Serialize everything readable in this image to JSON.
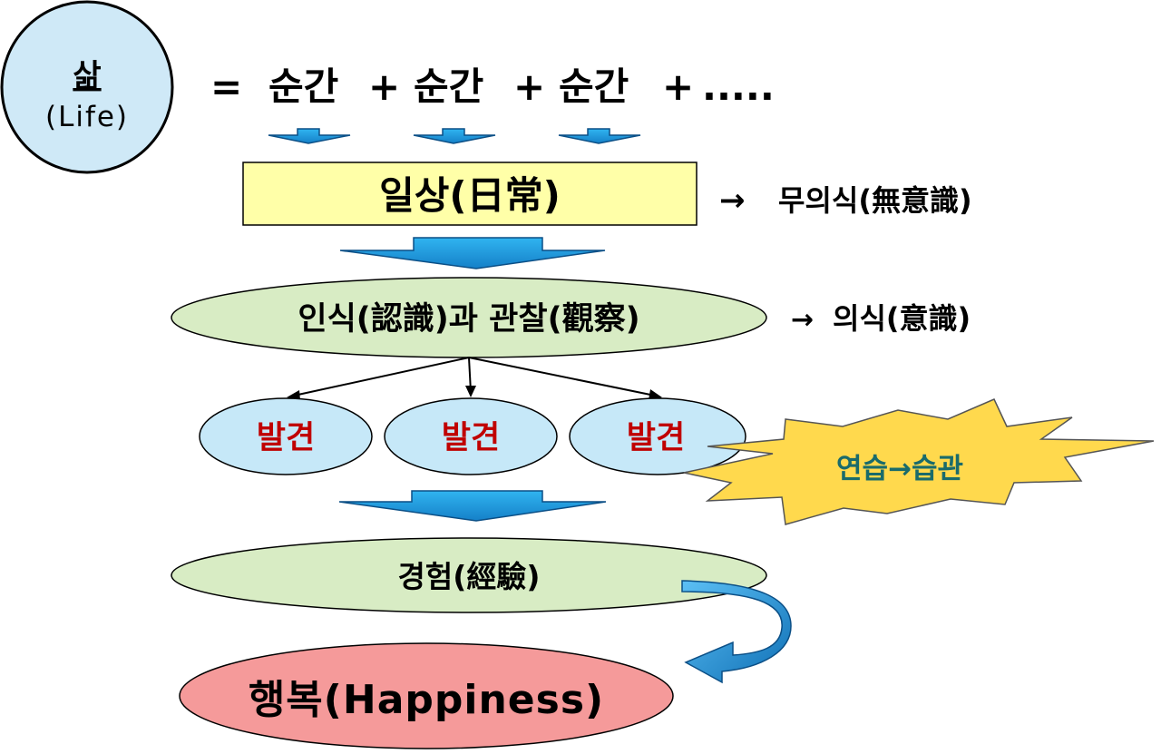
{
  "life": {
    "title": "삶",
    "subtitle": "(Life)"
  },
  "equation": {
    "equals": "=",
    "moment": "순간",
    "plus": "+",
    "ellipsis": "....."
  },
  "daily": {
    "label": "일상(日常)",
    "arrow": "→",
    "note": "무의식(無意識)"
  },
  "perception": {
    "label": "인식(認識)과 관찰(觀察)",
    "arrow": "→",
    "note": "의식(意識)"
  },
  "discoveries": [
    "발견",
    "발견",
    "발견"
  ],
  "burst": {
    "label": "연습→습관"
  },
  "experience": {
    "label": "경험(經驗)"
  },
  "happiness": {
    "label": "행복(Happiness)"
  },
  "colors": {
    "life_fill": "#cfe9f7",
    "daily_fill": "#ffffa8",
    "perception_fill": "#d8ecc4",
    "discovery_fill": "#c6e8f8",
    "discovery_text": "#c00000",
    "burst_fill": "#ffd94d",
    "burst_text": "#1a6b6b",
    "happiness_fill": "#f59a9a",
    "arrow_fill": "#1ea0e6",
    "curve_arrow": "#1b8ed6"
  }
}
